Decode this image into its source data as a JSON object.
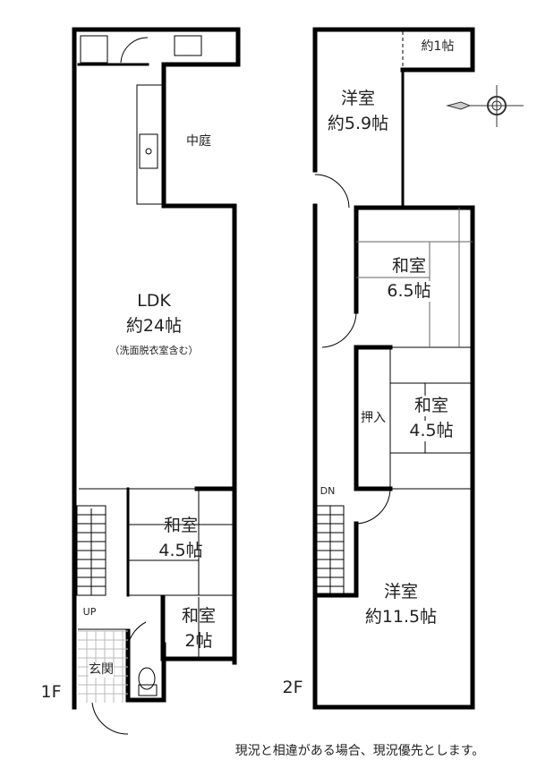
{
  "floor1": {
    "label": "1F",
    "rooms": {
      "courtyard": "中庭",
      "ldk_name": "LDK",
      "ldk_size": "約24帖",
      "ldk_note": "（洗面脱衣室含む）",
      "washitsu_name": "和室",
      "washitsu_size": "4.5帖",
      "washitsu2_name": "和室",
      "washitsu2_size": "2帖",
      "entrance": "玄関"
    },
    "stairs": "UP"
  },
  "floor2": {
    "label": "2F",
    "rooms": {
      "storage_size": "約1帖",
      "western1_name": "洋室",
      "western1_size": "約5.9帖",
      "washitsu65_name": "和室",
      "washitsu65_size": "6.5帖",
      "closet": "押入",
      "washitsu45_name": "和室",
      "washitsu45_size": "4.5帖",
      "western2_name": "洋室",
      "western2_size": "約11.5帖"
    },
    "stairs": "DN"
  },
  "note": "現況と相違がある場合、現況優先とします。"
}
